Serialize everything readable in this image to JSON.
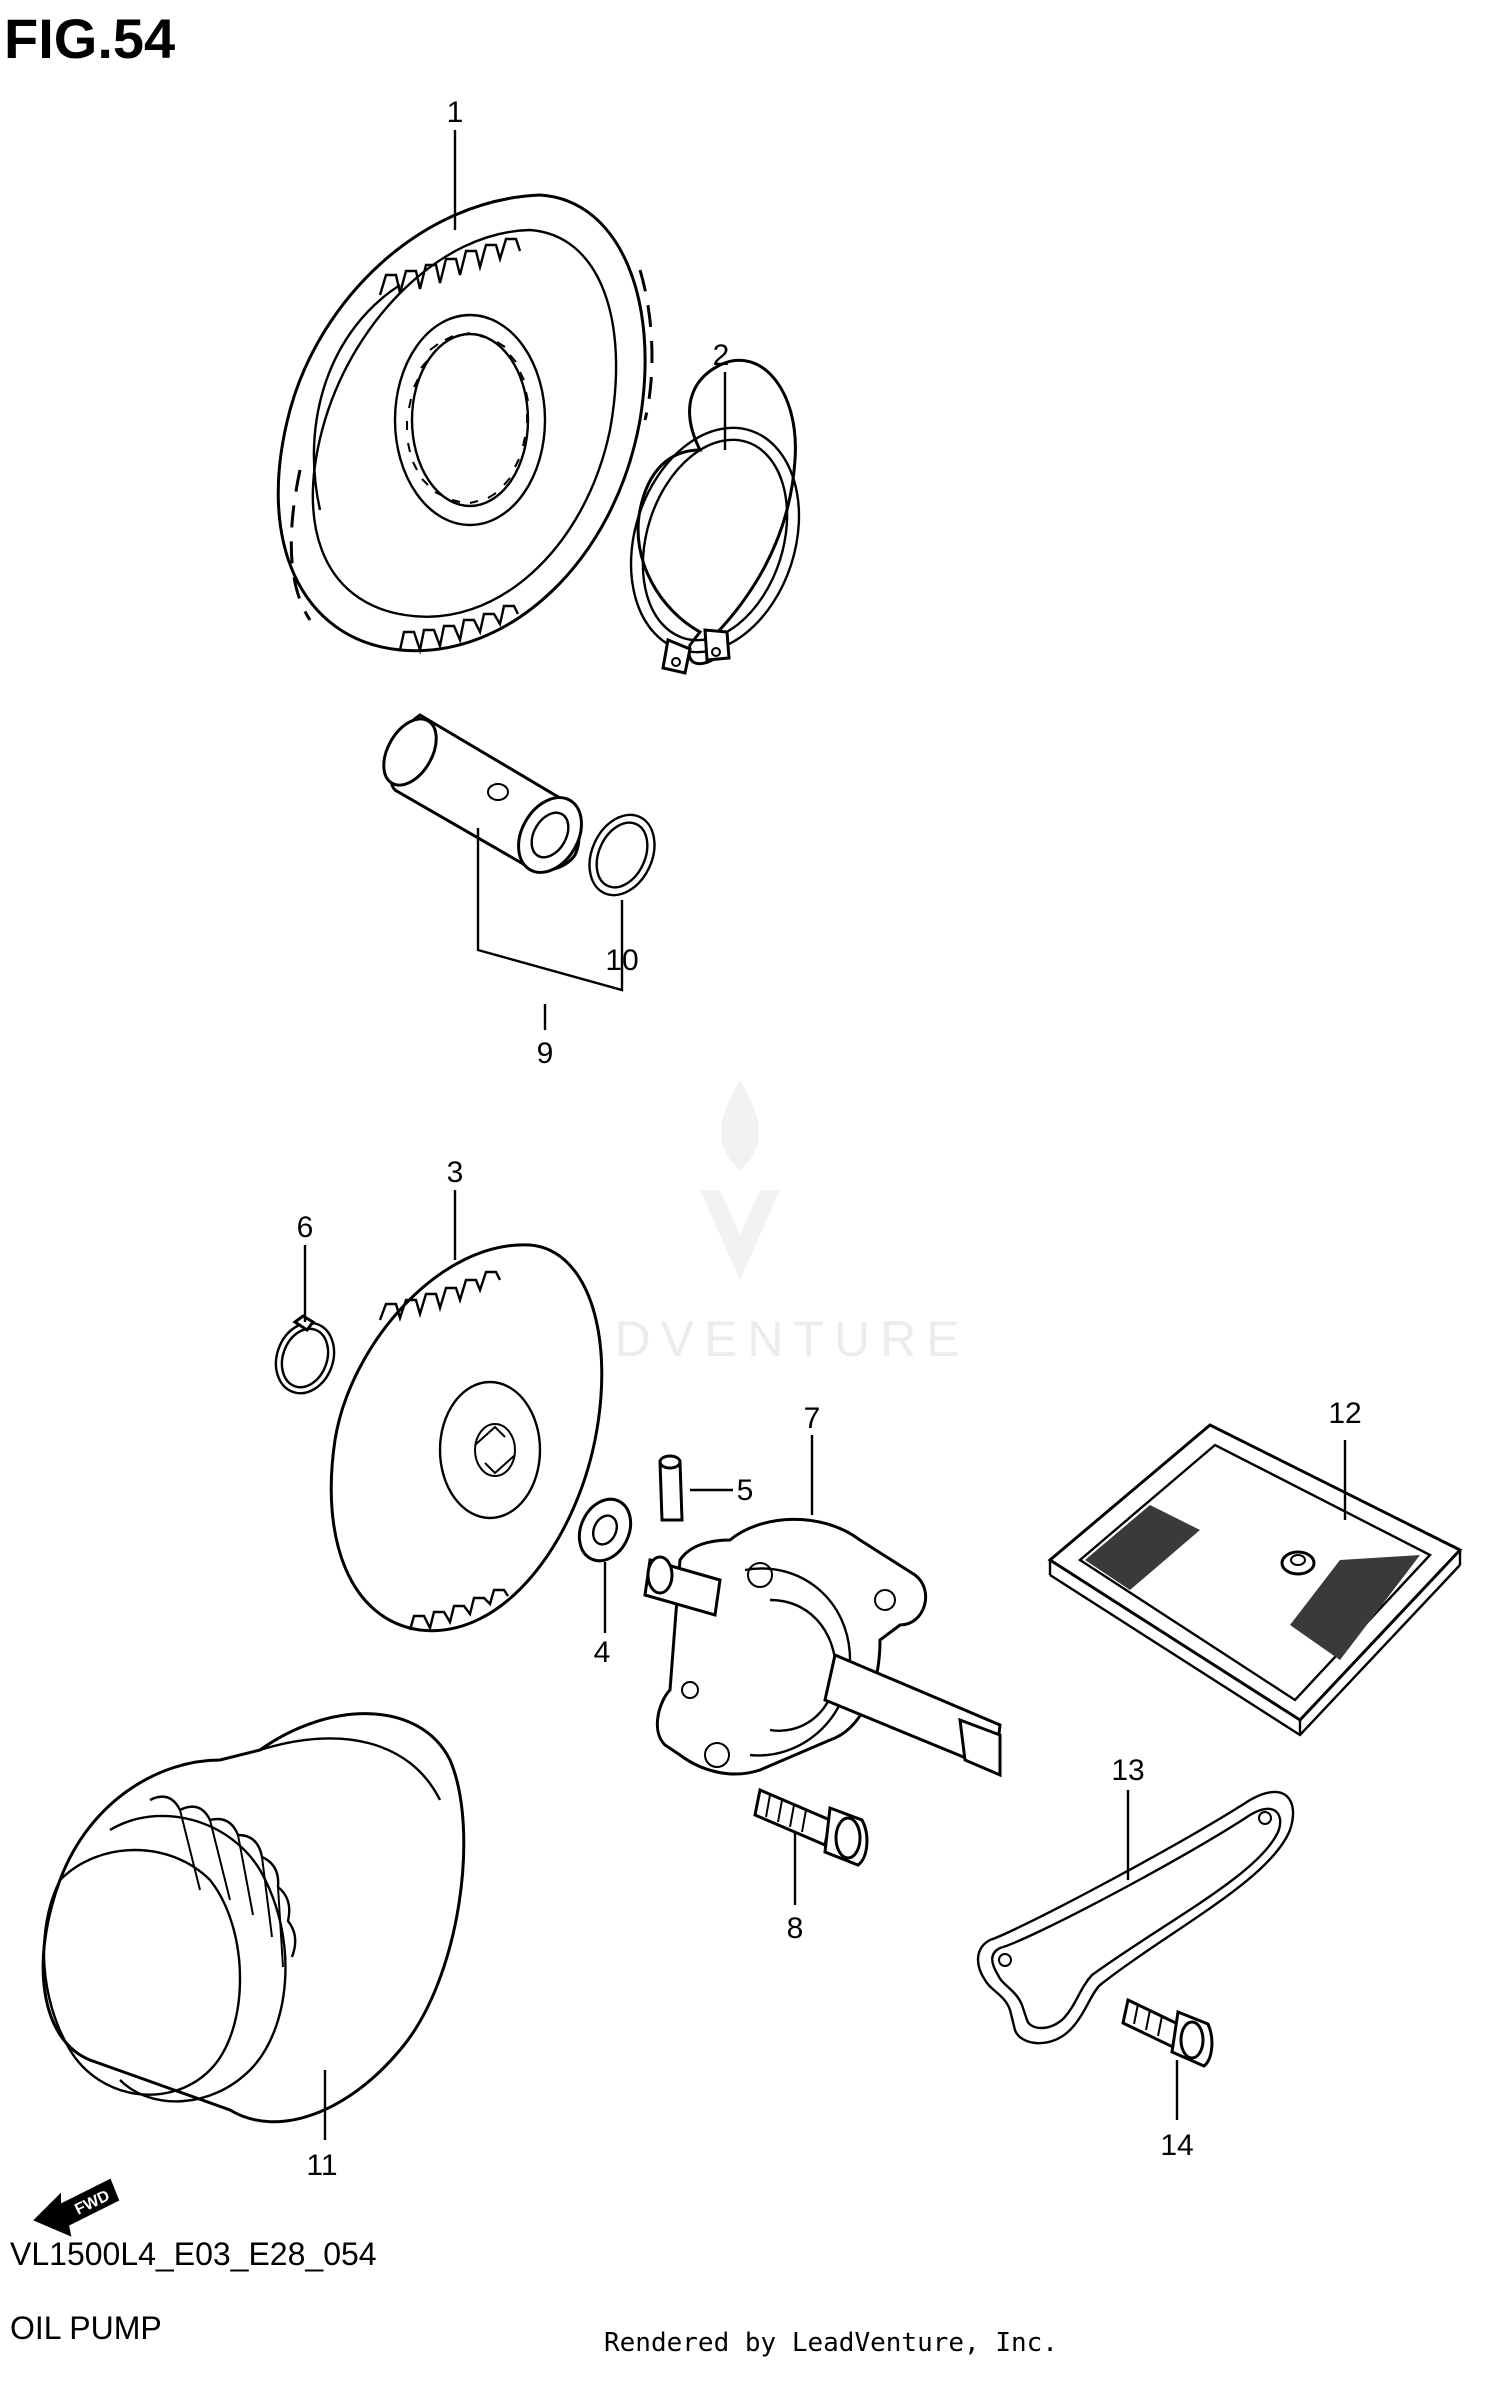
{
  "figure": {
    "title": "FIG.54",
    "model_code": "VL1500L4_E03_E28_054",
    "section_name": "OIL PUMP",
    "rendered_by": "Rendered by LeadVenture, Inc.",
    "watermark": "LEADVENTURE",
    "fwd_label": "FWD"
  },
  "callouts": [
    "1",
    "2",
    "3",
    "4",
    "5",
    "6",
    "7",
    "8",
    "9",
    "10",
    "11",
    "12",
    "13",
    "14"
  ],
  "icons": {
    "fwd_arrow": "fwd-arrow-icon",
    "watermark_logo": "leadventure-logo-icon"
  }
}
